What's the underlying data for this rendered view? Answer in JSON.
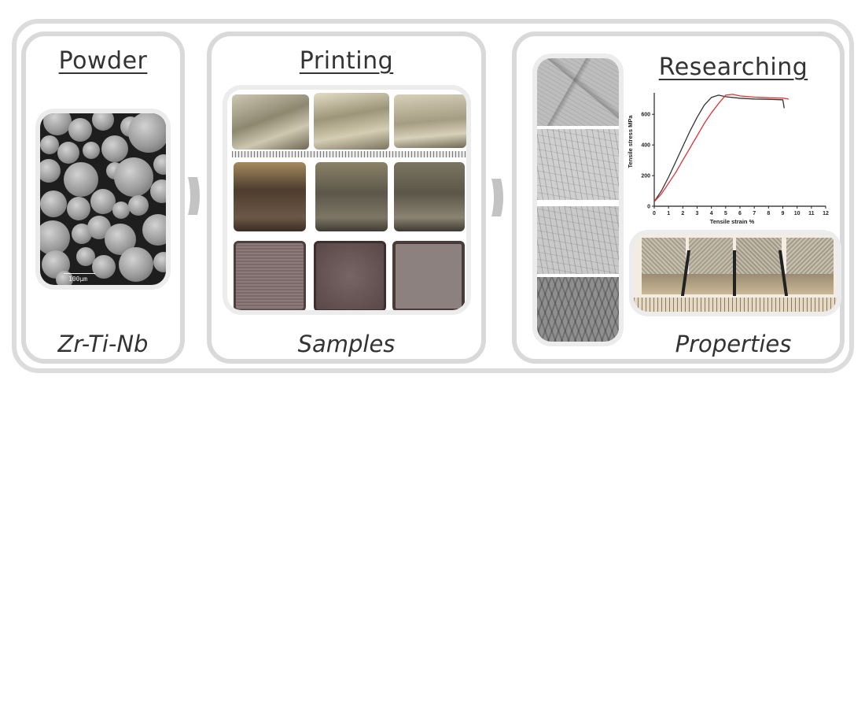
{
  "panels": {
    "powder": {
      "title": "Powder",
      "caption": "Zr-Ti-Nb",
      "image_label": "SEM micrograph of spherical powder particles",
      "scale_text": "100µm"
    },
    "printing": {
      "title": "Printing",
      "caption": "Samples",
      "image_label": "3x3 grid of printed square samples"
    },
    "researching": {
      "title": "Researching",
      "caption": "Properties",
      "micrographs_label": "Stacked optical micrographs (4)",
      "specimens_label": "Fractured tensile specimens on ruler"
    }
  },
  "arrows": [
    {
      "icon": "chevron-right-icon"
    },
    {
      "icon": "chevron-right-icon"
    }
  ],
  "colors": {
    "frame_border": "#d9d9d9",
    "outer_border": "#dcdcdc",
    "arrow": "#c3c3c3",
    "text": "#333333",
    "series_black": "#333333",
    "series_red": "#e03030"
  },
  "chart_data": {
    "type": "line",
    "title": "",
    "xlabel": "Tensile strain %",
    "ylabel": "Tensile stress MPa",
    "xlim": [
      0,
      12
    ],
    "ylim": [
      0,
      740
    ],
    "x_ticks": [
      "0",
      "1",
      "2",
      "3",
      "4",
      "5",
      "6",
      "7",
      "8",
      "9",
      "10",
      "11",
      "12"
    ],
    "y_ticks": [
      "0",
      "200",
      "400",
      "600"
    ],
    "grid": false,
    "legend": null,
    "series": [
      {
        "name": "black",
        "color": "#333333",
        "x": [
          0,
          0.5,
          1,
          1.5,
          2,
          2.5,
          3,
          3.5,
          4,
          4.5,
          5,
          6,
          7,
          8,
          9,
          9.1
        ],
        "y": [
          30,
          100,
          190,
          290,
          390,
          490,
          580,
          660,
          710,
          725,
          715,
          705,
          700,
          698,
          695,
          640
        ]
      },
      {
        "name": "red",
        "color": "#e03030",
        "x": [
          0,
          0.5,
          1,
          1.5,
          2,
          2.5,
          3,
          3.5,
          4,
          4.5,
          5,
          5.5,
          6,
          7,
          8,
          9,
          9.4
        ],
        "y": [
          30,
          80,
          150,
          220,
          300,
          380,
          460,
          540,
          610,
          670,
          725,
          730,
          720,
          712,
          708,
          706,
          700
        ]
      }
    ]
  }
}
